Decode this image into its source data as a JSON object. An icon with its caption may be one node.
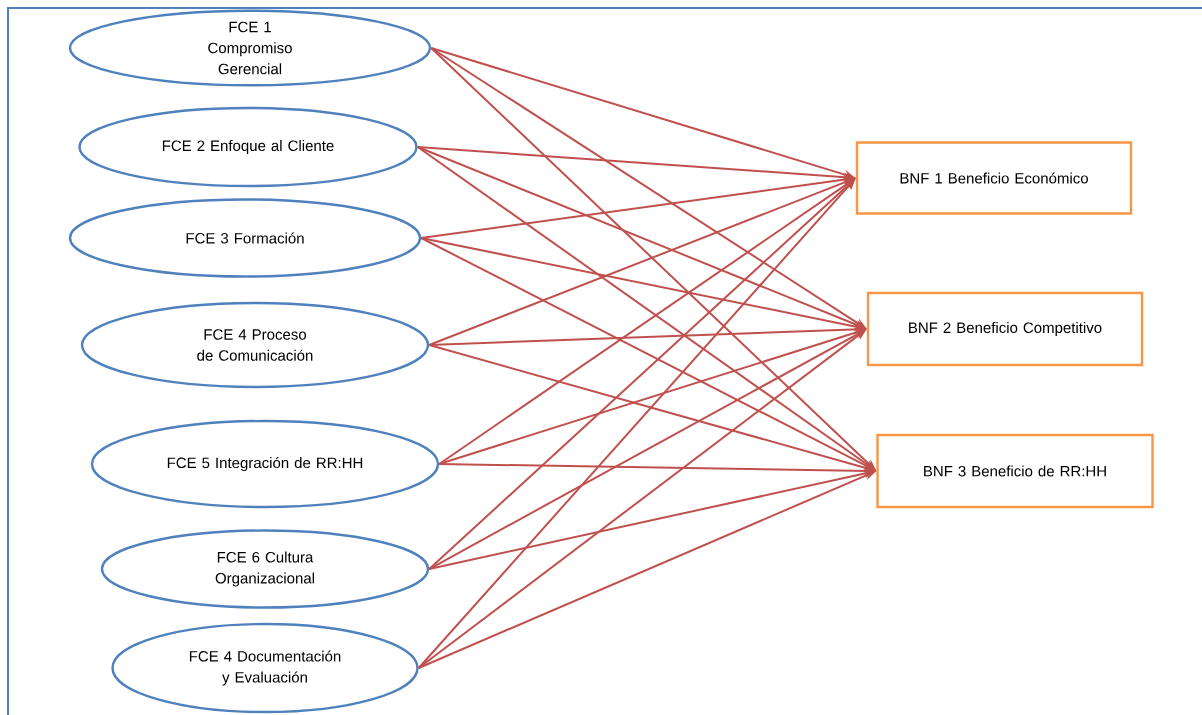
{
  "diagram": {
    "nodes": [
      {
        "text": [
          "FCE 1 Compromiso Gerencial"
        ]
      },
      {
        "text": [
          "FCE 2 Enfoque al Cliente"
        ]
      },
      {
        "text": [
          "FCE 3 Formación"
        ]
      },
      {
        "text": [
          "FCE 4 Proceso de Comunicación"
        ]
      },
      {
        "text": [
          "FCE 5 Integración de RR:HH"
        ]
      },
      {
        "text": [
          "FCE 6 Cultura Organizacional"
        ]
      },
      {
        "text": [
          "FCE 4 Documentación y Evaluación"
        ]
      },
      {
        "text": [
          "BNF 1 Beneficio Económico"
        ]
      },
      {
        "text": [
          "BNF 2 Beneficio Competitivo"
        ]
      },
      {
        "text": [
          "BNF 3 Beneficio de RR:HH"
        ]
      }
    ],
    "edges": [
      {
        "from": 0,
        "to": 7,
        "arrow": "to"
      },
      {
        "from": 0,
        "to": 8,
        "arrow": "to"
      },
      {
        "from": 0,
        "to": 9,
        "arrow": "to"
      },
      {
        "from": 1,
        "to": 7,
        "arrow": "to"
      },
      {
        "from": 1,
        "to": 8,
        "arrow": "to"
      },
      {
        "from": 1,
        "to": 9,
        "arrow": "to"
      },
      {
        "from": 2,
        "to": 7,
        "arrow": "to"
      },
      {
        "from": 2,
        "to": 8,
        "arrow": "to"
      },
      {
        "from": 2,
        "to": 9,
        "arrow": "to"
      },
      {
        "from": 3,
        "to": 7,
        "arrow": "to"
      },
      {
        "from": 3,
        "to": 8,
        "arrow": "to"
      },
      {
        "from": 3,
        "to": 9,
        "arrow": "to"
      },
      {
        "from": 4,
        "to": 7,
        "arrow": "to"
      },
      {
        "from": 4,
        "to": 8,
        "arrow": "to"
      },
      {
        "from": 4,
        "to": 9,
        "arrow": "to"
      },
      {
        "from": 5,
        "to": 7,
        "arrow": "to"
      },
      {
        "from": 5,
        "to": 8,
        "arrow": "to"
      },
      {
        "from": 5,
        "to": 9,
        "arrow": "to"
      },
      {
        "from": 6,
        "to": 7,
        "arrow": "to"
      },
      {
        "from": 6,
        "to": 8,
        "arrow": "to"
      },
      {
        "from": 6,
        "to": 9,
        "arrow": "to"
      }
    ]
  }
}
